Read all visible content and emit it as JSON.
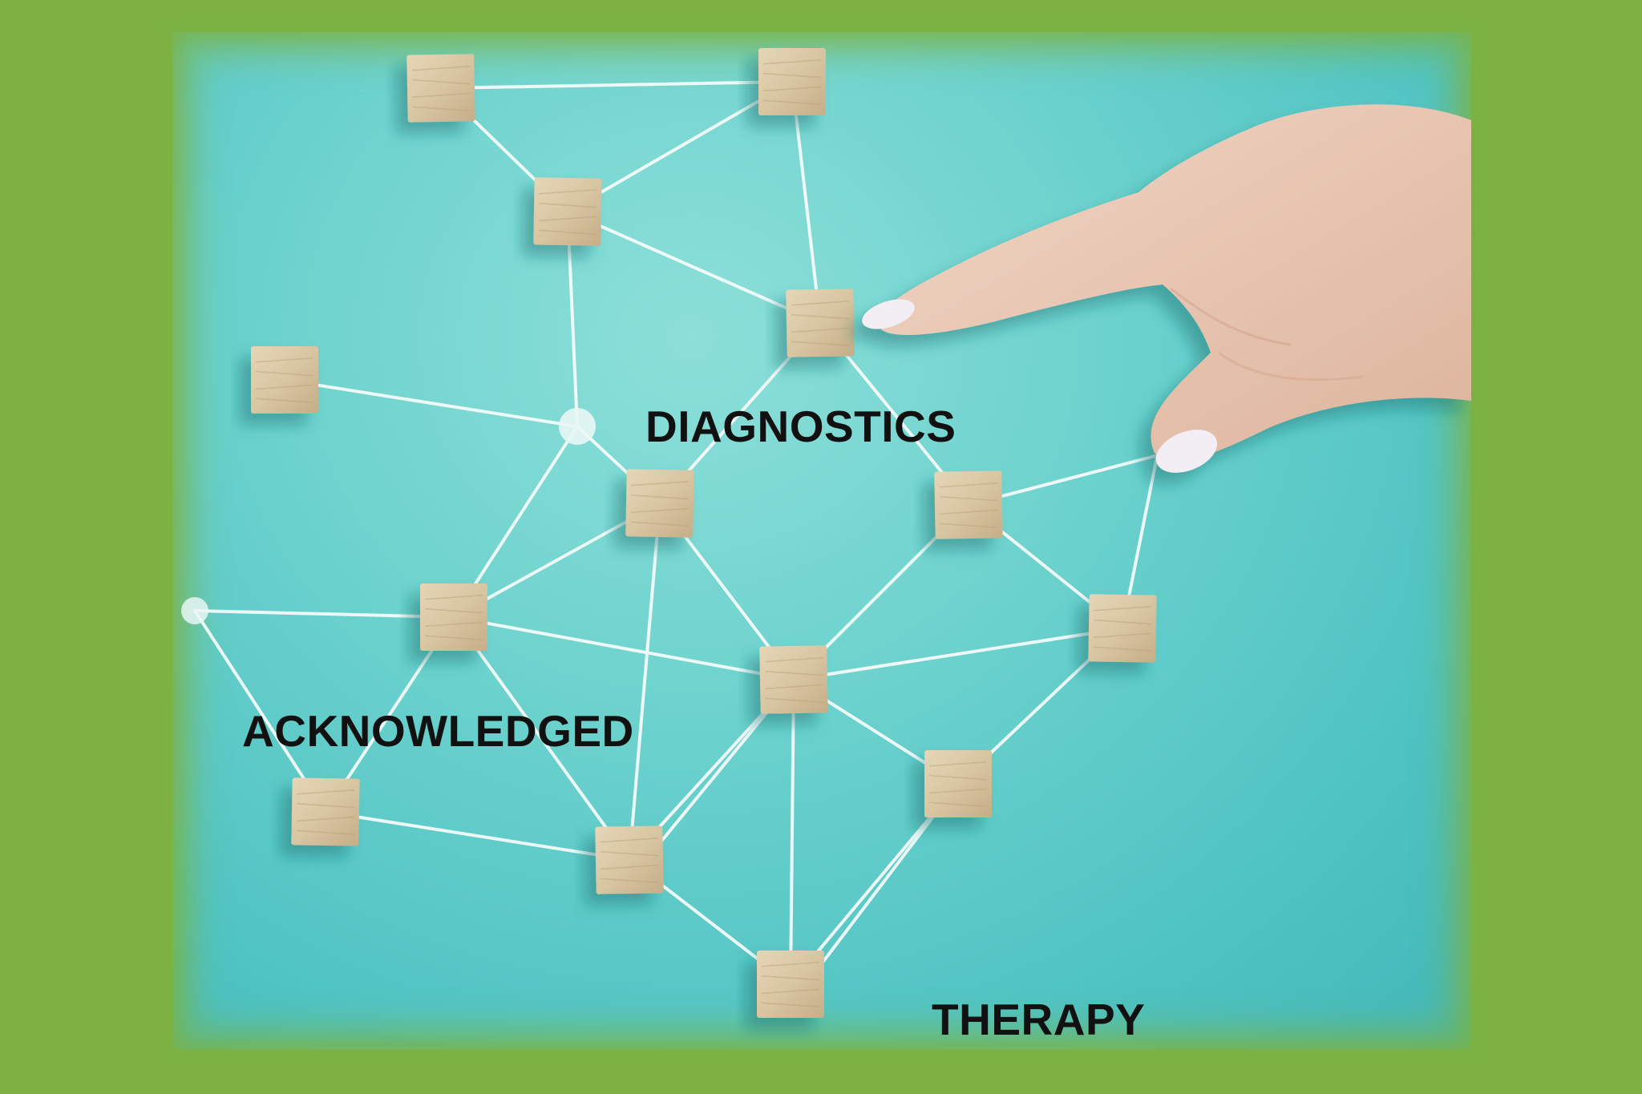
{
  "labels": {
    "diagnostics": "DIAGNOSTICS",
    "acknowledged": "ACKNOWLEDGED",
    "therapy": "THERAPY"
  },
  "colors": {
    "frame": "#7db243",
    "background": "#5fcac7",
    "block": "#d8c6a4",
    "string": "#f4fbfa",
    "label": "#111111"
  },
  "icons": {
    "node": "wooden-block-icon",
    "pin": "pushpin-icon",
    "hand": "pointing-hand-icon"
  }
}
